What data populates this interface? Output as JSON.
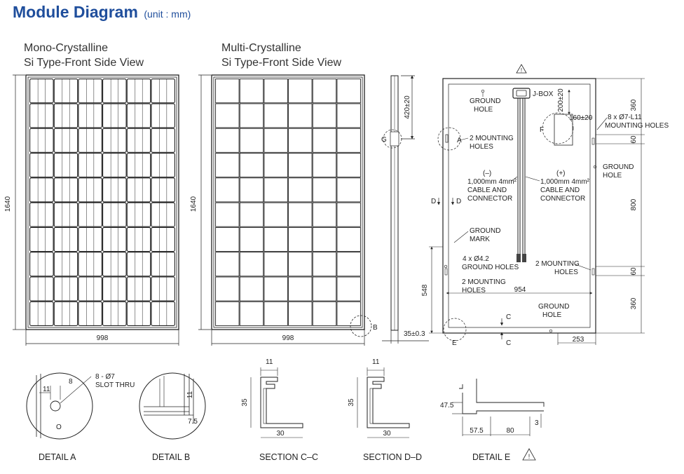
{
  "header": {
    "title": "Module Diagram",
    "unit": "(unit : mm)"
  },
  "mono": {
    "label_line1": "Mono-Crystalline",
    "label_line2": "Si Type-Front Side View",
    "height": "1640",
    "width": "998"
  },
  "multi": {
    "label_line1": "Multi-Crystalline",
    "label_line2": "Si Type-Front Side View",
    "height": "1640",
    "width": "998"
  },
  "side": {
    "dim_420": "420±20",
    "dim_35": "35±0.3",
    "detail_g": "G",
    "detail_b": "B"
  },
  "back": {
    "jbox": "J-BOX",
    "dim_200": "200±20",
    "dim_160": "160±20",
    "slot_line1": "8 x Ø7-L11",
    "slot_line2": "MOUNTING HOLES",
    "ground_hole_top_1": "GROUND",
    "ground_hole_top_2": "HOLE",
    "mount_a_1": "2 MOUNTING",
    "mount_a_2": "HOLES",
    "ground_hole_right_1": "GROUND",
    "ground_hole_right_2": "HOLE",
    "neg_sign": "(–)",
    "neg_1": "1,000mm 4mm²",
    "neg_2": "CABLE AND",
    "neg_3": "CONNECTOR",
    "pos_sign": "(+)",
    "pos_1": "1,000mm 4mm²",
    "pos_2": "CABLE AND",
    "pos_3": "CONNECTOR",
    "ground_mark_1": "GROUND",
    "ground_mark_2": "MARK",
    "holes_42_1": "4 x Ø4.2",
    "holes_42_2": "GROUND HOLES",
    "mount_right_1": "2 MOUNTING",
    "mount_right_2": "HOLES",
    "mount_left_1": "2 MOUNTING",
    "mount_left_2": "HOLES",
    "ground_bottom_1": "GROUND",
    "ground_bottom_2": "HOLE",
    "dim_954": "954",
    "dim_548": "548",
    "dim_253": "253",
    "dim_360_top": "360",
    "dim_60_top": "60",
    "dim_800": "800",
    "dim_60_bottom": "60",
    "dim_360_bottom": "360",
    "mark_a": "A",
    "mark_d1": "D",
    "mark_d2": "D",
    "mark_c1": "C",
    "mark_c2": "C",
    "mark_e": "E",
    "mark_f": "F"
  },
  "detail_a": {
    "caption": "DETAIL A",
    "slot_1": "8 - Ø7",
    "slot_2": "SLOT THRU",
    "dim_11": "11",
    "dim_8": "8",
    "mark_o": "O"
  },
  "detail_b": {
    "caption": "DETAIL B",
    "dim_11": "11",
    "dim_75": "7.5"
  },
  "section_cc": {
    "caption": "SECTION C–C",
    "dim_11": "11",
    "dim_35": "35",
    "dim_30": "30"
  },
  "section_dd": {
    "caption": "SECTION D–D",
    "dim_11": "11",
    "dim_35": "35",
    "dim_30": "30"
  },
  "detail_e": {
    "caption": "DETAIL E",
    "dim_475": "47.5",
    "dim_575": "57.5",
    "dim_80": "80",
    "dim_3": "3"
  }
}
